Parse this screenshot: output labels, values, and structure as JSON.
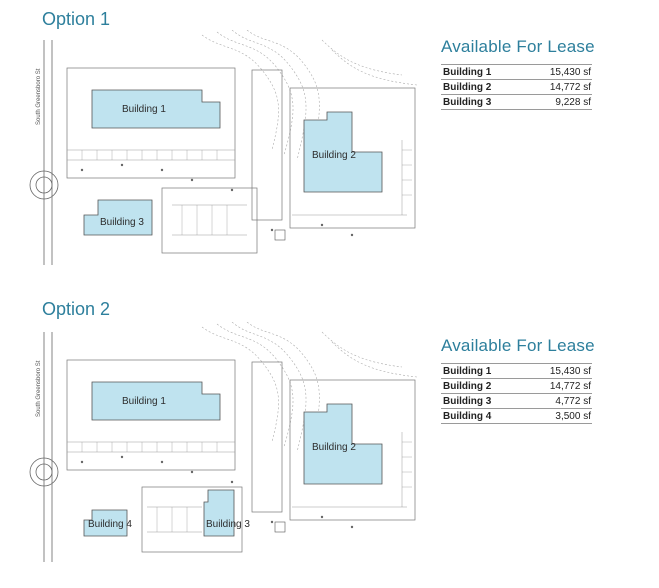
{
  "option1": {
    "title": "Option 1",
    "street": "South Greensboro St",
    "buildings": [
      "Building 1",
      "Building 2",
      "Building 3"
    ],
    "lease": {
      "title": "Available For Lease",
      "rows": [
        {
          "name": "Building 1",
          "sf": "15,430 sf"
        },
        {
          "name": "Building 2",
          "sf": "14,772 sf"
        },
        {
          "name": "Building 3",
          "sf": "9,228 sf"
        }
      ]
    }
  },
  "option2": {
    "title": "Option 2",
    "street": "South Greensboro St",
    "buildings": [
      "Building 1",
      "Building 2",
      "Building 4",
      "Building 3"
    ],
    "lease": {
      "title": "Available For Lease",
      "rows": [
        {
          "name": "Building 1",
          "sf": "15,430 sf"
        },
        {
          "name": "Building 2",
          "sf": "14,772 sf"
        },
        {
          "name": "Building 3",
          "sf": "4,772 sf"
        },
        {
          "name": "Building 4",
          "sf": "3,500 sf"
        }
      ]
    }
  },
  "colors": {
    "accent": "#2d7f9c",
    "building_fill": "#bfe3ef",
    "line": "#555555"
  }
}
